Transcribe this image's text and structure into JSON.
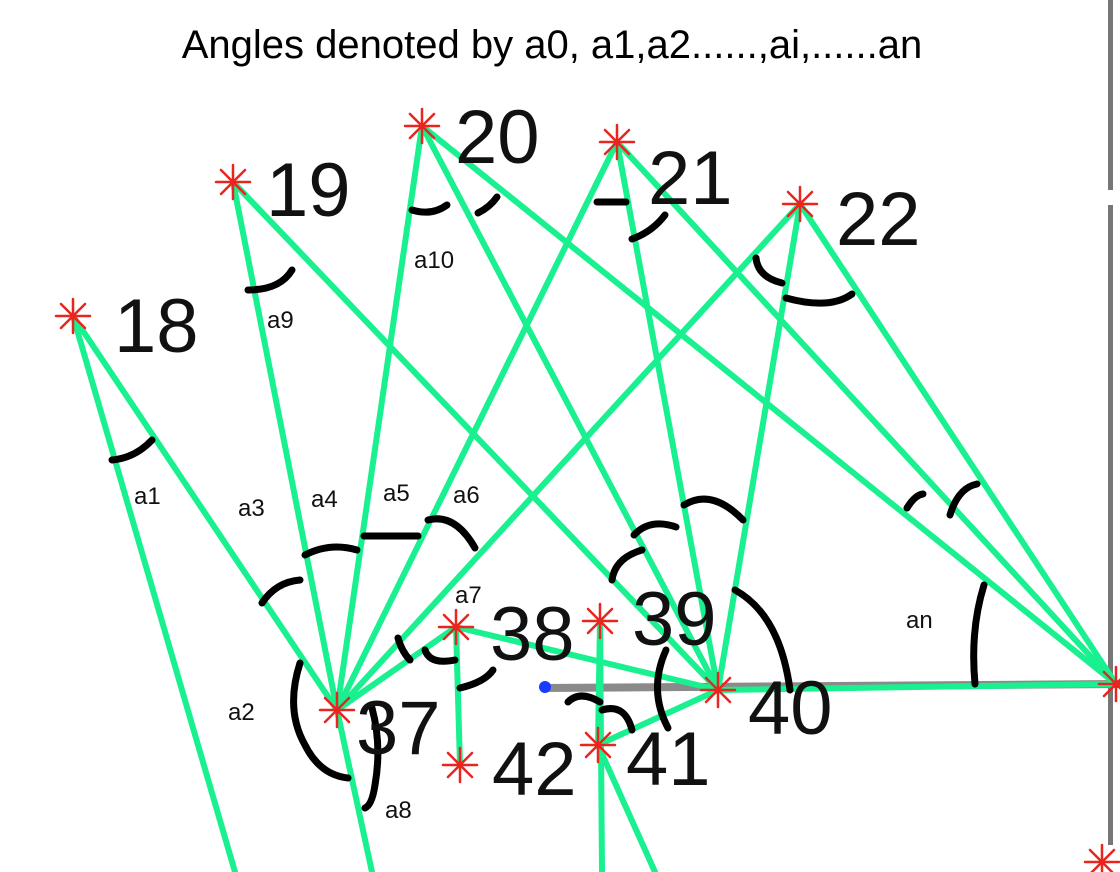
{
  "title": "Angles denoted by a0, a1,a2......,ai,......an",
  "nodes": [
    {
      "id": "18",
      "label": "18"
    },
    {
      "id": "19",
      "label": "19"
    },
    {
      "id": "20",
      "label": "20"
    },
    {
      "id": "21",
      "label": "21"
    },
    {
      "id": "22",
      "label": "22"
    },
    {
      "id": "37",
      "label": "37"
    },
    {
      "id": "38",
      "label": "38"
    },
    {
      "id": "39",
      "label": "39"
    },
    {
      "id": "40",
      "label": "40"
    },
    {
      "id": "41",
      "label": "41"
    },
    {
      "id": "42",
      "label": "42"
    },
    {
      "id": "right",
      "label": ""
    },
    {
      "id": "corner",
      "label": ""
    }
  ],
  "edges": [
    [
      "18",
      "37"
    ],
    [
      "19",
      "37"
    ],
    [
      "20",
      "37"
    ],
    [
      "21",
      "37"
    ],
    [
      "22",
      "37"
    ],
    [
      "19",
      "40"
    ],
    [
      "20",
      "40"
    ],
    [
      "21",
      "40"
    ],
    [
      "22",
      "40"
    ],
    [
      "20",
      "right"
    ],
    [
      "21",
      "right"
    ],
    [
      "22",
      "right"
    ],
    [
      "37",
      "38"
    ],
    [
      "38",
      "40"
    ],
    [
      "38",
      "42"
    ],
    [
      "39",
      "41"
    ],
    [
      "41",
      "40"
    ],
    [
      "40",
      "right"
    ]
  ],
  "angle_labels": {
    "a1": "a1",
    "a2": "a2",
    "a3": "a3",
    "a4": "a4",
    "a5": "a5",
    "a6": "a6",
    "a7": "a7",
    "a8": "a8",
    "a9": "a9",
    "a10": "a10",
    "an": "an"
  },
  "colors": {
    "edge": "#19f08f",
    "node_marker": "#e8251f",
    "angle_arc": "#000000",
    "baseline": "#8a8a8a",
    "endpoint_dot": "#1a3cff"
  }
}
